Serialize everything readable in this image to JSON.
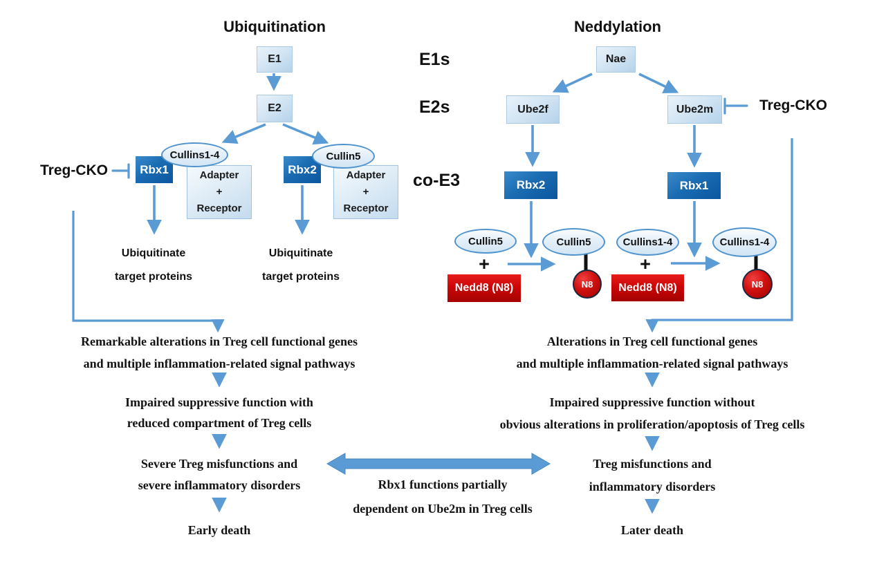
{
  "colors": {
    "arrow_blue": "#5b9bd5",
    "dark_box_blue": "#0b569f",
    "light_box_blue": "#b5d2ea",
    "red": "#cc0606",
    "black_link": "#111111"
  },
  "titles": {
    "ubiquitination": "Ubiquitination",
    "neddylation": "Neddylation"
  },
  "row_labels": {
    "e1s": "E1s",
    "e2s": "E2s",
    "co_e3": "co-E3"
  },
  "ubi": {
    "e1": "E1",
    "e2": "E2",
    "treg_cko": "Treg-CKO",
    "b1": {
      "rbx": "Rbx1",
      "cullin": "Cullins1-4",
      "adapter_top": "Adapter",
      "adapter_plus": "+",
      "adapter_bottom": "Receptor",
      "out1": "Ubiquitinate",
      "out2": "target proteins"
    },
    "b2": {
      "rbx": "Rbx2",
      "cullin": "Cullin5",
      "adapter_top": "Adapter",
      "adapter_plus": "+",
      "adapter_bottom": "Receptor",
      "out1": "Ubiquitinate",
      "out2": "target proteins"
    }
  },
  "ned": {
    "nae": "Nae",
    "treg_cko": "Treg-CKO",
    "b1": {
      "e2": "Ube2f",
      "rbx": "Rbx2",
      "cullin_free": "Cullin5",
      "plus": "+",
      "nedd8": "Nedd8 (N8)",
      "cullin_conj": "Cullin5",
      "n8": "N8"
    },
    "b2": {
      "e2": "Ube2m",
      "rbx": "Rbx1",
      "cullin_free": "Cullins1-4",
      "plus": "+",
      "nedd8": "Nedd8 (N8)",
      "cullin_conj": "Cullins1-4",
      "n8": "N8"
    }
  },
  "flow_left": {
    "l1": "Remarkable alterations in Treg cell functional genes",
    "l2": "and multiple inflammation-related signal pathways",
    "l3": "Impaired suppressive function with",
    "l4": "reduced compartment of Treg cells",
    "l5": "Severe Treg misfunctions and",
    "l6": "severe inflammatory disorders",
    "l7": "Early death"
  },
  "flow_right": {
    "l1": "Alterations in Treg cell functional genes",
    "l2": "and multiple inflammation-related signal pathways",
    "l3": "Impaired suppressive function without",
    "l4": "obvious alterations in proliferation/apoptosis of Treg cells",
    "l5": "Treg misfunctions and",
    "l6": "inflammatory disorders",
    "l7": "Later death"
  },
  "center_note": {
    "l1": "Rbx1 functions partially",
    "l2": "dependent on Ube2m in Treg cells"
  }
}
